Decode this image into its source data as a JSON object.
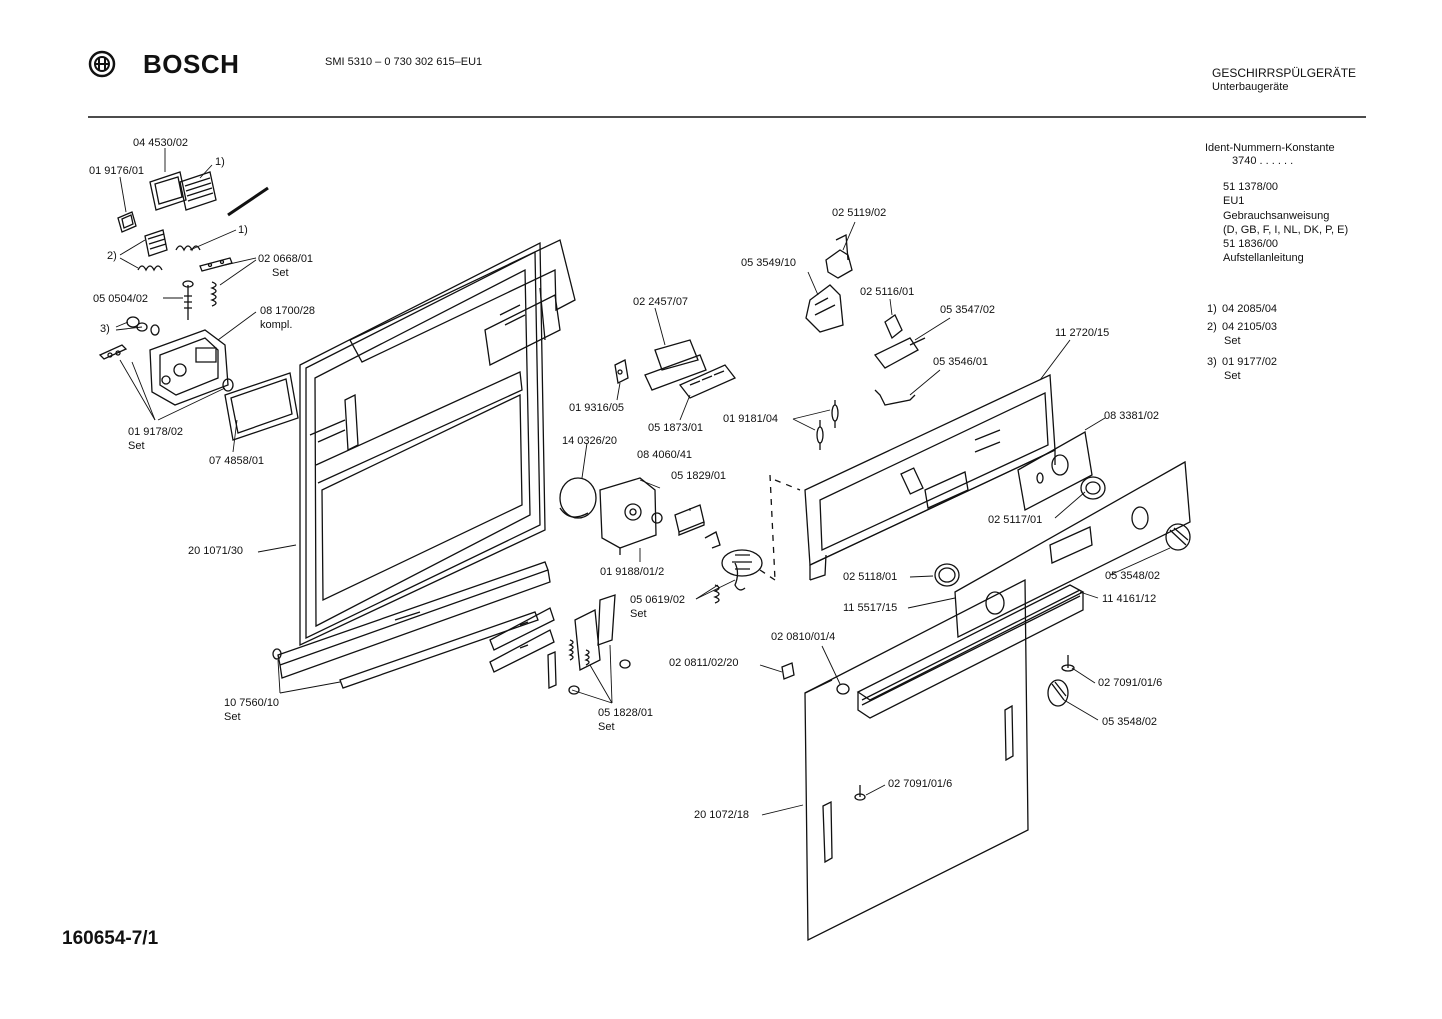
{
  "header": {
    "brand": "BOSCH",
    "model_line": "SMI 5310 – 0 730 302 615–EU1",
    "category": "GESCHIRRSPÜLGERÄTE",
    "subcategory": "Unterbaugeräte"
  },
  "ident_block": {
    "title": "Ident-Nummern-Konstante",
    "constant": "3740 . . . . . .",
    "lines": [
      "51 1378/00",
      "EU1",
      "Gebrauchsanweisung",
      "(D, GB, F, I, NL, DK, P, E)",
      "51 1836/00",
      "Aufstellanleitung"
    ]
  },
  "footnotes": [
    {
      "marker": "1)",
      "part": "04 2085/04",
      "note": ""
    },
    {
      "marker": "2)",
      "part": "04 2105/03",
      "note": "Set"
    },
    {
      "marker": "3)",
      "part": "01 9177/02",
      "note": "Set"
    }
  ],
  "parts": {
    "p1": "04 4530/02",
    "p2": "01 9176/01",
    "p3": "1)",
    "p4": "1)",
    "p5": "2)",
    "p6": "02 0668/01",
    "p6s": "Set",
    "p7": "05 0504/02",
    "p8": "3)",
    "p9": "08 1700/28",
    "p9s": "kompl.",
    "p10": "01 9178/02",
    "p10s": "Set",
    "p11": "07 4858/01",
    "p12": "20 1071/30",
    "p13": "10 7560/10",
    "p13s": "Set",
    "p14": "02 2457/07",
    "p15": "01 9316/05",
    "p16": "05 1873/01",
    "p17": "14 0326/20",
    "p18": "08 4060/41",
    "p19": "05 1829/01",
    "p20": "01 9188/01/2",
    "p21": "05 0619/02",
    "p21s": "Set",
    "p22": "05 1828/01",
    "p22s": "Set",
    "p23": "02 5119/02",
    "p24": "05 3549/10",
    "p25": "02 5116/01",
    "p26": "05 3547/02",
    "p27": "05 3546/01",
    "p28": "01 9181/04",
    "p29": "11 2720/15",
    "p30": "08 3381/02",
    "p31": "02 5117/01",
    "p32": "05 3548/02",
    "p33": "02 5118/01",
    "p34": "11 5517/15",
    "p35": "11 4161/12",
    "p36": "02 0810/01/4",
    "p37": "02 0811/02/20",
    "p38": "02 7091/01/6",
    "p39": "05 3548/02",
    "p40": "02 7091/01/6",
    "p41": "20 1072/18"
  },
  "footer": {
    "document_id": "160654-7/1"
  }
}
